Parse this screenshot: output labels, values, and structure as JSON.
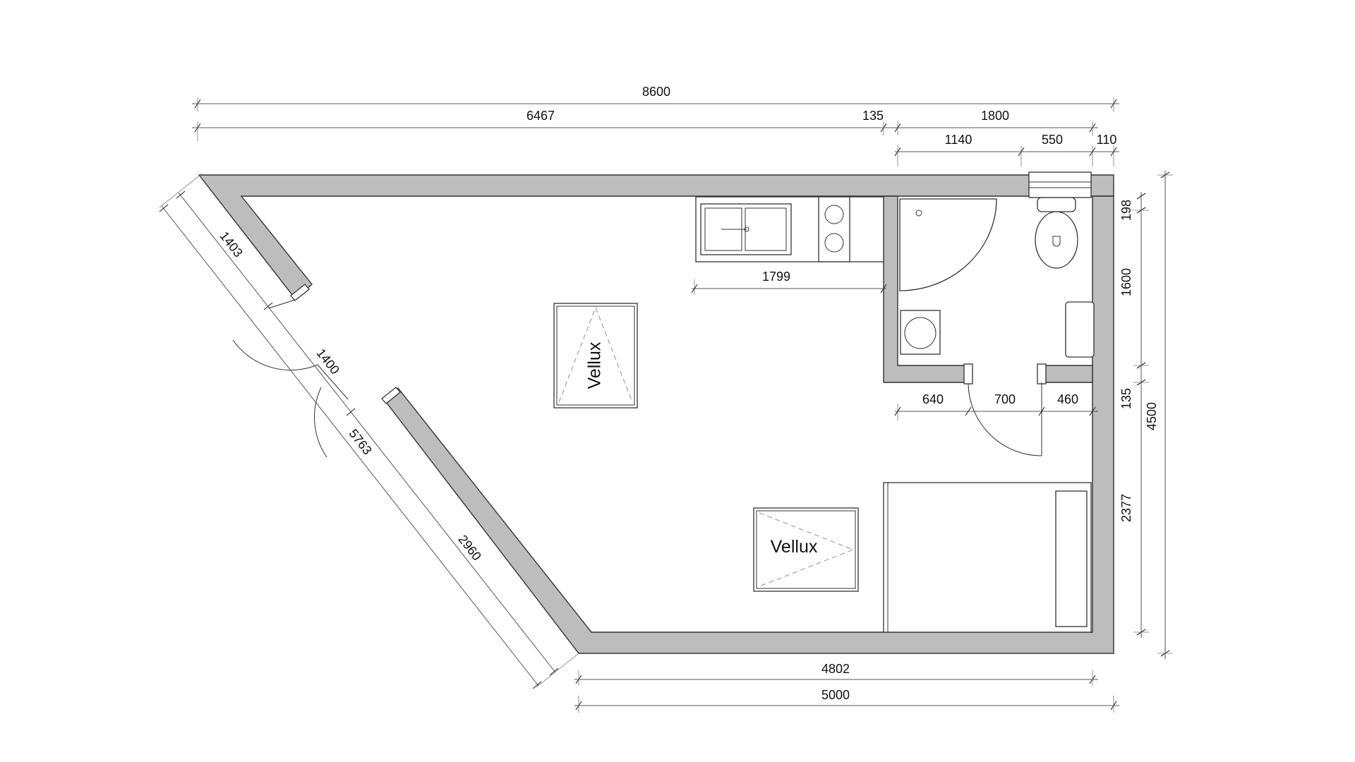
{
  "plan": {
    "dimensions": {
      "total_width_top": "8600",
      "top_left_segment": "6467",
      "top_partition": "135",
      "bathroom_width": "1800",
      "bathroom_left": "1140",
      "bathroom_window": "550",
      "bathroom_right": "110",
      "kitchen_length": "1799",
      "bath_wall_left": "640",
      "bath_door": "700",
      "bath_wall_right": "460",
      "right_top": "198",
      "right_bath": "1600",
      "right_wall": "135",
      "right_lower": "2377",
      "right_total": "4500",
      "diag_top": "1403",
      "diag_door": "1400",
      "diag_total": "5763",
      "diag_lower": "2960",
      "bottom_inner": "4802",
      "bottom_total": "5000"
    },
    "labels": {
      "skylight_1": "Vellux",
      "skylight_2": "Vellux"
    },
    "colors": {
      "wall_fill": "#bdbdbd",
      "line": "#333333"
    }
  }
}
